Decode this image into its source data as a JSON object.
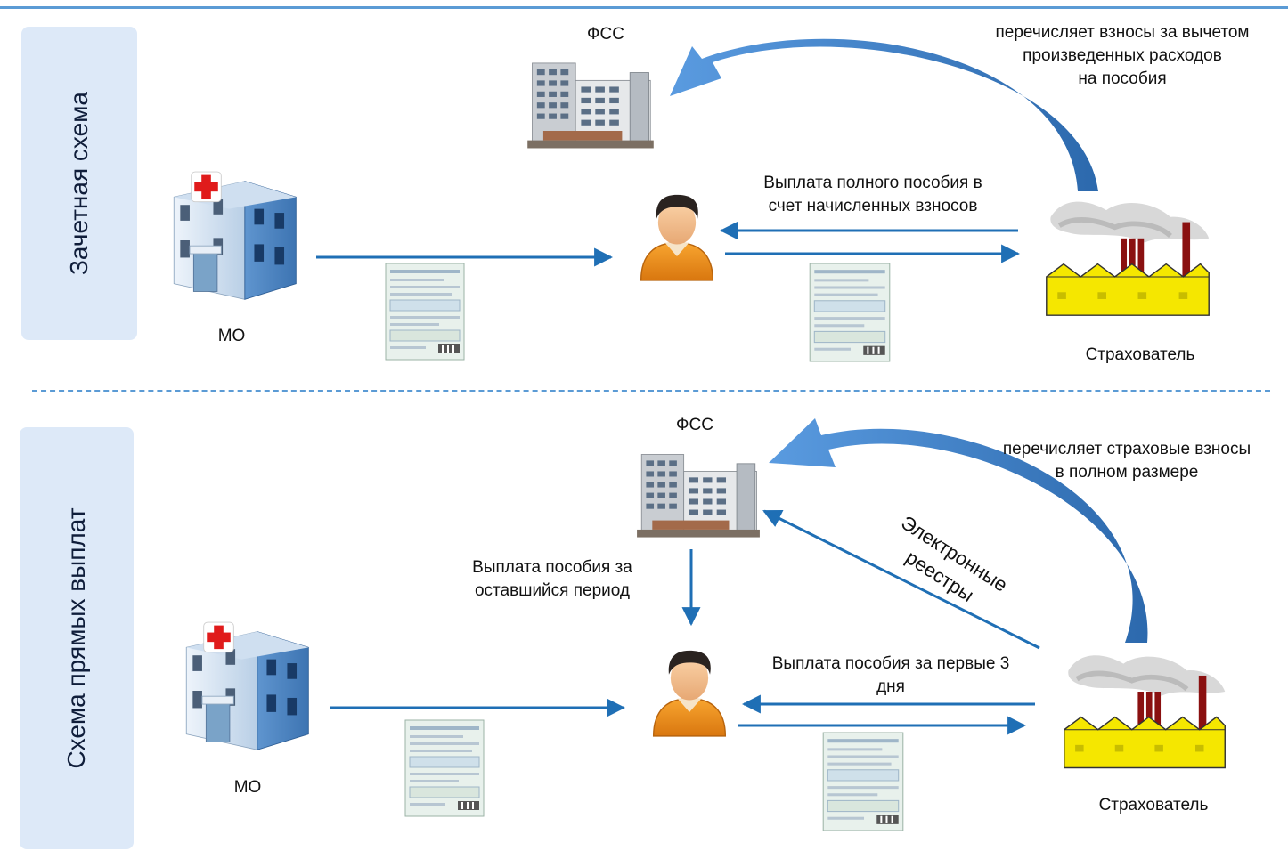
{
  "colors": {
    "rule": "#5b9bd5",
    "arrow": "#1f6fb5",
    "panel": "#dde9f8",
    "factory_wall": "#f5e700"
  },
  "offset_scheme": {
    "title": "Зачетная схема",
    "fss_label": "ФСС",
    "mo_label": "МО",
    "insurer_label": "Страхователь",
    "transfer_note_lines": [
      "перечисляет взносы за вычетом",
      "произведенных расходов",
      "на пособия"
    ],
    "payment_note_lines": [
      "Выплата полного пособия в",
      "счет начисленных взносов"
    ]
  },
  "direct_scheme": {
    "title": "Схема прямых выплат",
    "fss_label": "ФСС",
    "mo_label": "МО",
    "insurer_label": "Страхователь",
    "transfer_note_lines": [
      "перечисляет страховые взносы",
      "в полном размере"
    ],
    "fss_payment_note_lines": [
      "Выплата пособия за",
      "оставшийся период"
    ],
    "registry_note_lines": [
      "Электронные",
      "реестры"
    ],
    "first_days_note_lines": [
      "Выплата пособия за первые 3",
      "дня"
    ]
  },
  "icons": [
    "hospital-icon",
    "person-icon",
    "factory-icon",
    "office-building-icon",
    "sick-leave-form-icon"
  ]
}
